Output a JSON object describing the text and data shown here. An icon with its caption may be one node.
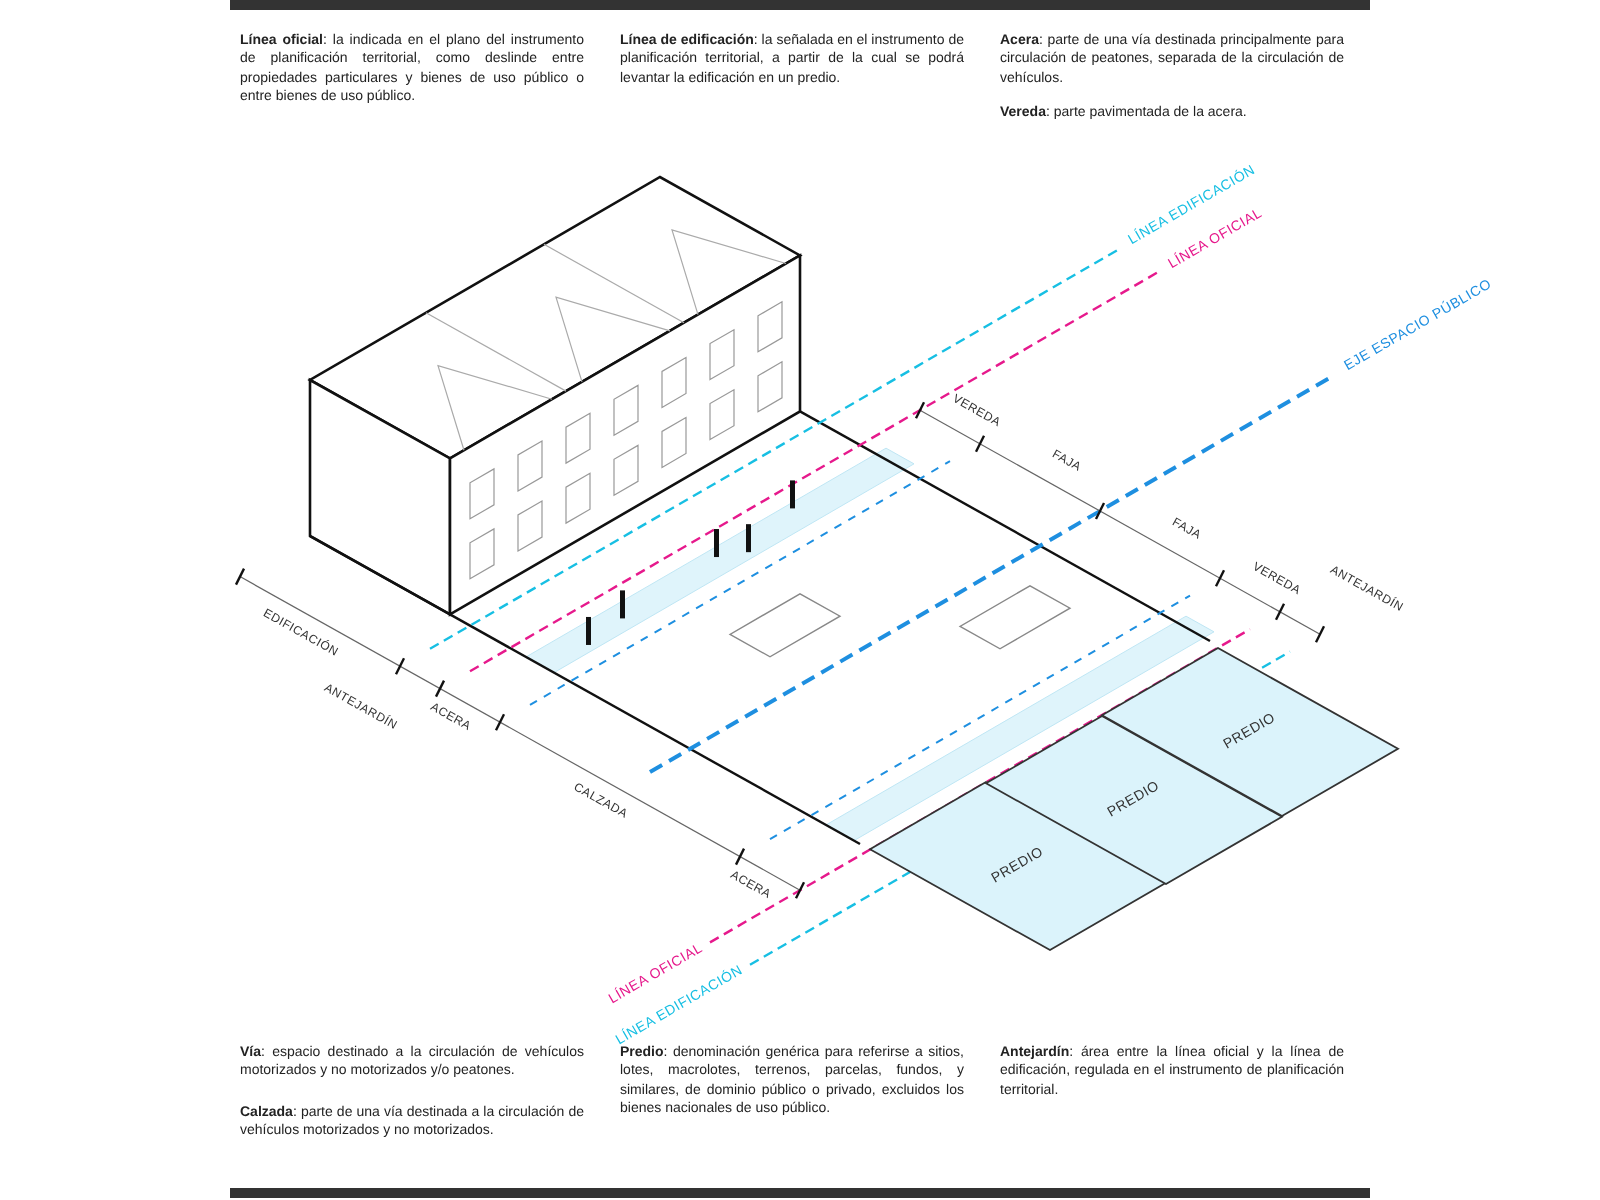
{
  "diagram": {
    "nodes": [
      {
        "text": [
          "PREDIO"
        ]
      },
      {
        "text": [
          "PREDIO"
        ]
      },
      {
        "text": [
          "PREDIO"
        ]
      }
    ],
    "labels": [
      "**Línea oficial**: la indicada en el plano del instrumento de planificación territorial, como deslinde entre propiedades particulares y bienes de uso público o entre bienes de uso público.",
      "**Línea de edificación**: la señalada en el instrumento de planificación territorial, a partir de la cual se podrá levantar la edificación en un predio.",
      "**Acera**: parte de una vía destinada principalmente para circulación de peatones, separada de la circulación de vehículos.",
      "**Vereda**: parte pavimentada de la acera.",
      "LÍNEA EDIFICACIÓN",
      "LÍNEA OFICIAL",
      "VEREDA",
      "FAJA",
      "EJE ESPACIO PÚBLICO",
      "FAJA",
      "VEREDA",
      "ANTEJARDÍN",
      "EDIFICACIÓN",
      "ANTEJARDÍN",
      "ACERA",
      "CALZADA",
      "ACERA",
      "LÍNEA OFICIAL",
      "LÍNEA EDIFICACIÓN",
      "**Vía**: espacio destinado a la circulación de vehículos motorizados y no motorizados y/o peatones.",
      "**Calzada**: parte de una vía destinada a la circulación de vehículos motorizados y no motorizados.",
      "**Predio**: denominación genérica para referirse a sitios, lotes, macrolotes, terrenos, parcelas, fundos, y similares, de dominio público o privado, excluidos los bienes nacionales de uso público.",
      "**Antejardín**: área entre la línea oficial y la línea de edificación, regulada en el instrumento de planificación territorial."
    ]
  }
}
